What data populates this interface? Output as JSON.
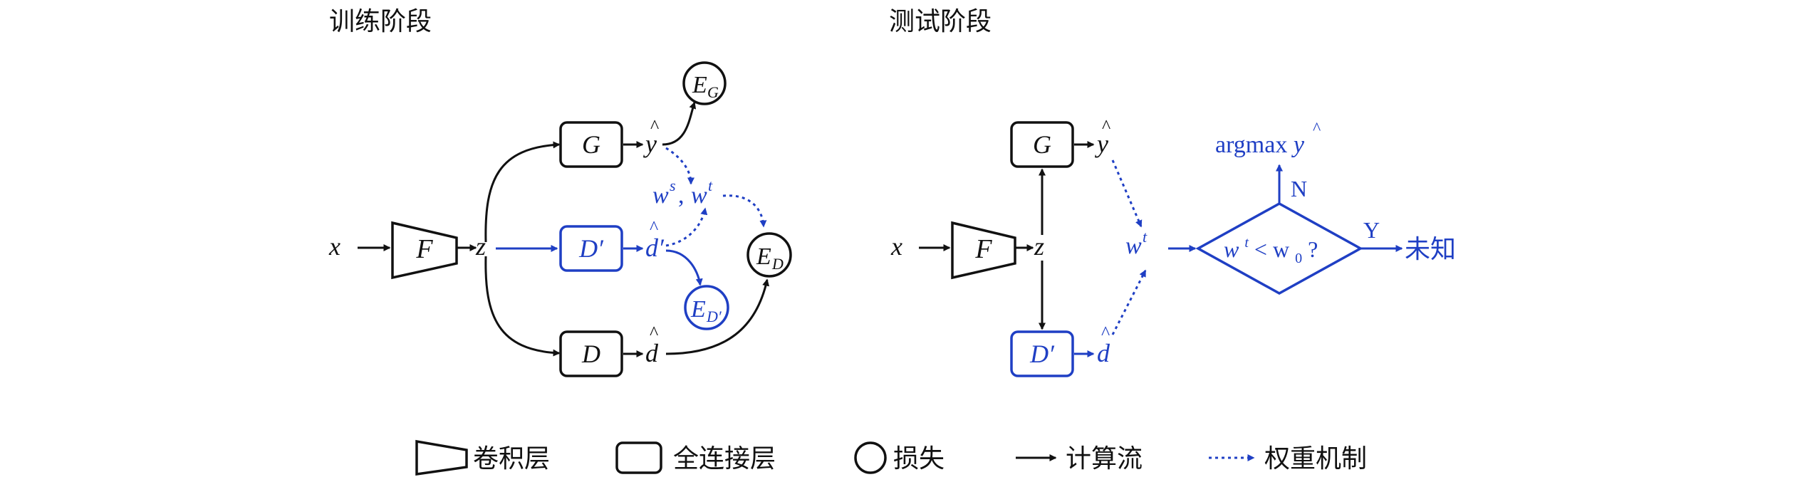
{
  "colors": {
    "black": "#111111",
    "blue": "#1f3fc4"
  },
  "train": {
    "title": "训练阶段",
    "x": "x",
    "F": "F",
    "z": "z",
    "G": "G",
    "Dp": "D′",
    "D": "D",
    "y_hat": "y",
    "d_hat_prime": "d′",
    "d_hat": "d",
    "weights": "w",
    "ws_sup": "s",
    "wt_sup": "t",
    "EG": "E",
    "EG_sub": "G",
    "ED": "E",
    "ED_sub": "D",
    "EDp": "E",
    "EDp_sub": "D′"
  },
  "test": {
    "title": "测试阶段",
    "x": "x",
    "F": "F",
    "z": "z",
    "G": "G",
    "Dp": "D′",
    "y_hat": "y",
    "d_hat": "d",
    "wt": "w",
    "wt_sup": "t",
    "cond_w": "w",
    "cond_sup": "t",
    "cond_mid": " < w",
    "cond_sub": "0",
    "cond_q": "?",
    "no": "N",
    "yes": "Y",
    "argmax": "argmax ",
    "argmax_y": "y",
    "unknown": "未知"
  },
  "legend": {
    "conv": "卷积层",
    "fc": "全连接层",
    "loss": "损失",
    "flow": "计算流",
    "weight": "权重机制"
  }
}
